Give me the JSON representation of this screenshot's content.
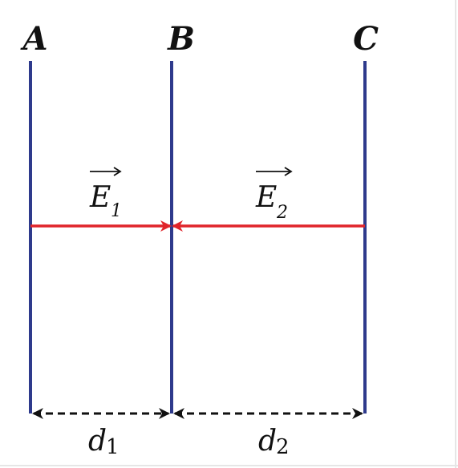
{
  "plates": [
    {
      "label": "A"
    },
    {
      "label": "B"
    },
    {
      "label": "C"
    }
  ],
  "fields": [
    {
      "symbol": "E",
      "subscript": "1",
      "direction": "A to B"
    },
    {
      "symbol": "E",
      "subscript": "2",
      "direction": "C to B"
    }
  ],
  "distances": [
    {
      "symbol": "d",
      "subscript": "1"
    },
    {
      "symbol": "d",
      "subscript": "2"
    }
  ],
  "colors": {
    "plate": "#2e3a8c",
    "field_arrow": "#e0242a",
    "dimension_line": "#111111",
    "text": "#111111"
  }
}
